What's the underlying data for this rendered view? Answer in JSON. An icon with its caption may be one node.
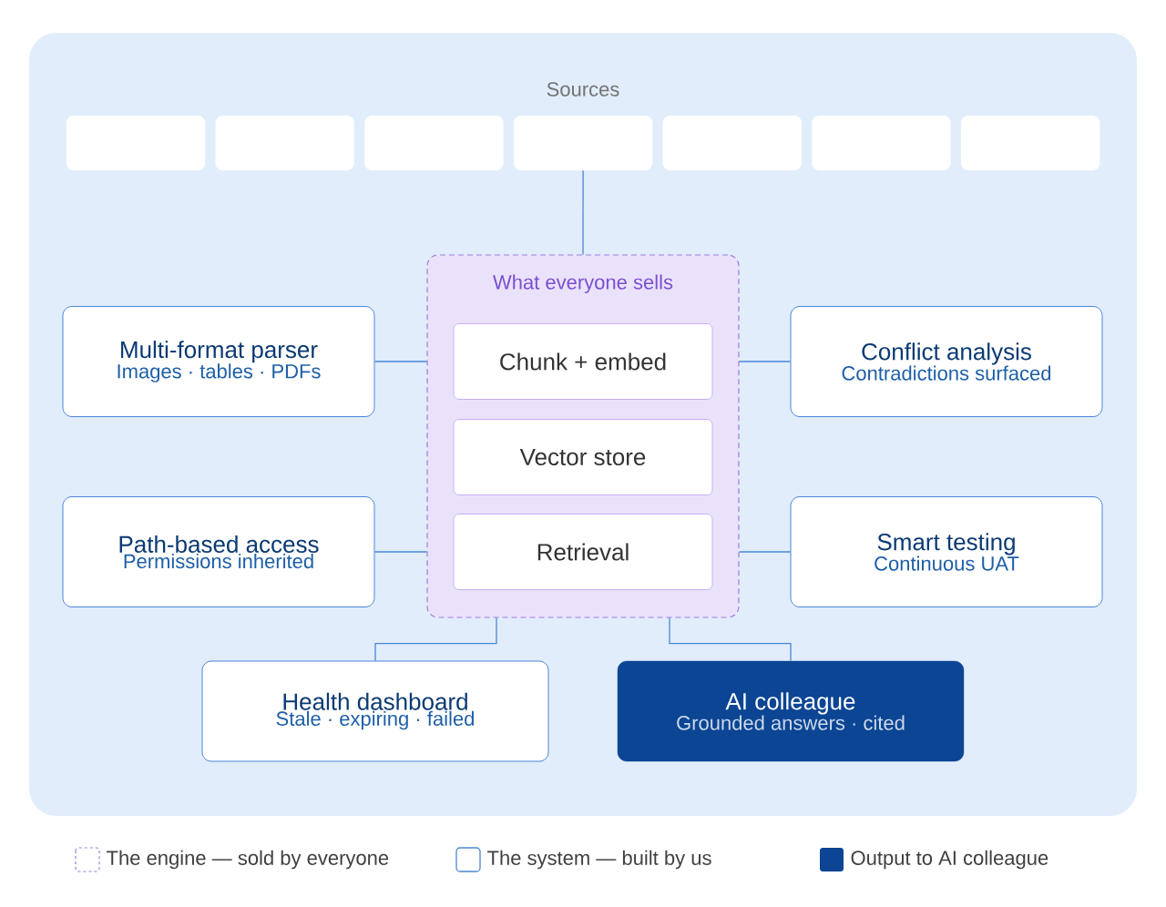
{
  "diagram": {
    "nodes": [
      {
        "text": [],
        "shape": "box"
      },
      {
        "text": [],
        "shape": "box"
      },
      {
        "text": [],
        "shape": "box"
      },
      {
        "text": [],
        "shape": "box"
      },
      {
        "text": [],
        "shape": "box"
      },
      {
        "text": [],
        "shape": "box"
      },
      {
        "text": [],
        "shape": "box"
      },
      {
        "text": [
          "What everyone sells"
        ]
      },
      {
        "text": [
          "Chunk + embed"
        ],
        "in": 7
      },
      {
        "text": [
          "Vector store"
        ],
        "in": 7
      },
      {
        "text": [
          "Retrieval"
        ],
        "in": 7
      },
      {
        "text": [
          "Multi-format parser",
          "Images · tables · PDFs"
        ]
      },
      {
        "text": [
          "Conflict analysis",
          "Contradictions surfaced"
        ]
      },
      {
        "text": [
          "Path-based access",
          "Permissions inherited"
        ]
      },
      {
        "text": [
          "Smart testing",
          "Continuous UAT"
        ]
      },
      {
        "text": [
          "Health dashboard",
          "Stale · expiring · failed"
        ]
      },
      {
        "text": [
          "AI colleague",
          "Grounded answers · cited"
        ]
      }
    ],
    "edges": [
      {
        "from": 3,
        "to": 7,
        "arrow": "none"
      },
      {
        "from": 11,
        "to": 7,
        "arrow": "none"
      },
      {
        "from": 7,
        "to": 12,
        "arrow": "none"
      },
      {
        "from": 13,
        "to": 7,
        "arrow": "none"
      },
      {
        "from": 7,
        "to": 14,
        "arrow": "none"
      },
      {
        "from": 7,
        "to": 15,
        "arrow": "none"
      },
      {
        "from": 7,
        "to": 16,
        "arrow": "none"
      }
    ],
    "labels": [
      "Sources"
    ],
    "legend": [
      {
        "text": "The engine — sold by everyone"
      },
      {
        "text": "The system — built by us"
      },
      {
        "text": "Output to AI colleague",
        "color": "#0b4594"
      }
    ]
  }
}
